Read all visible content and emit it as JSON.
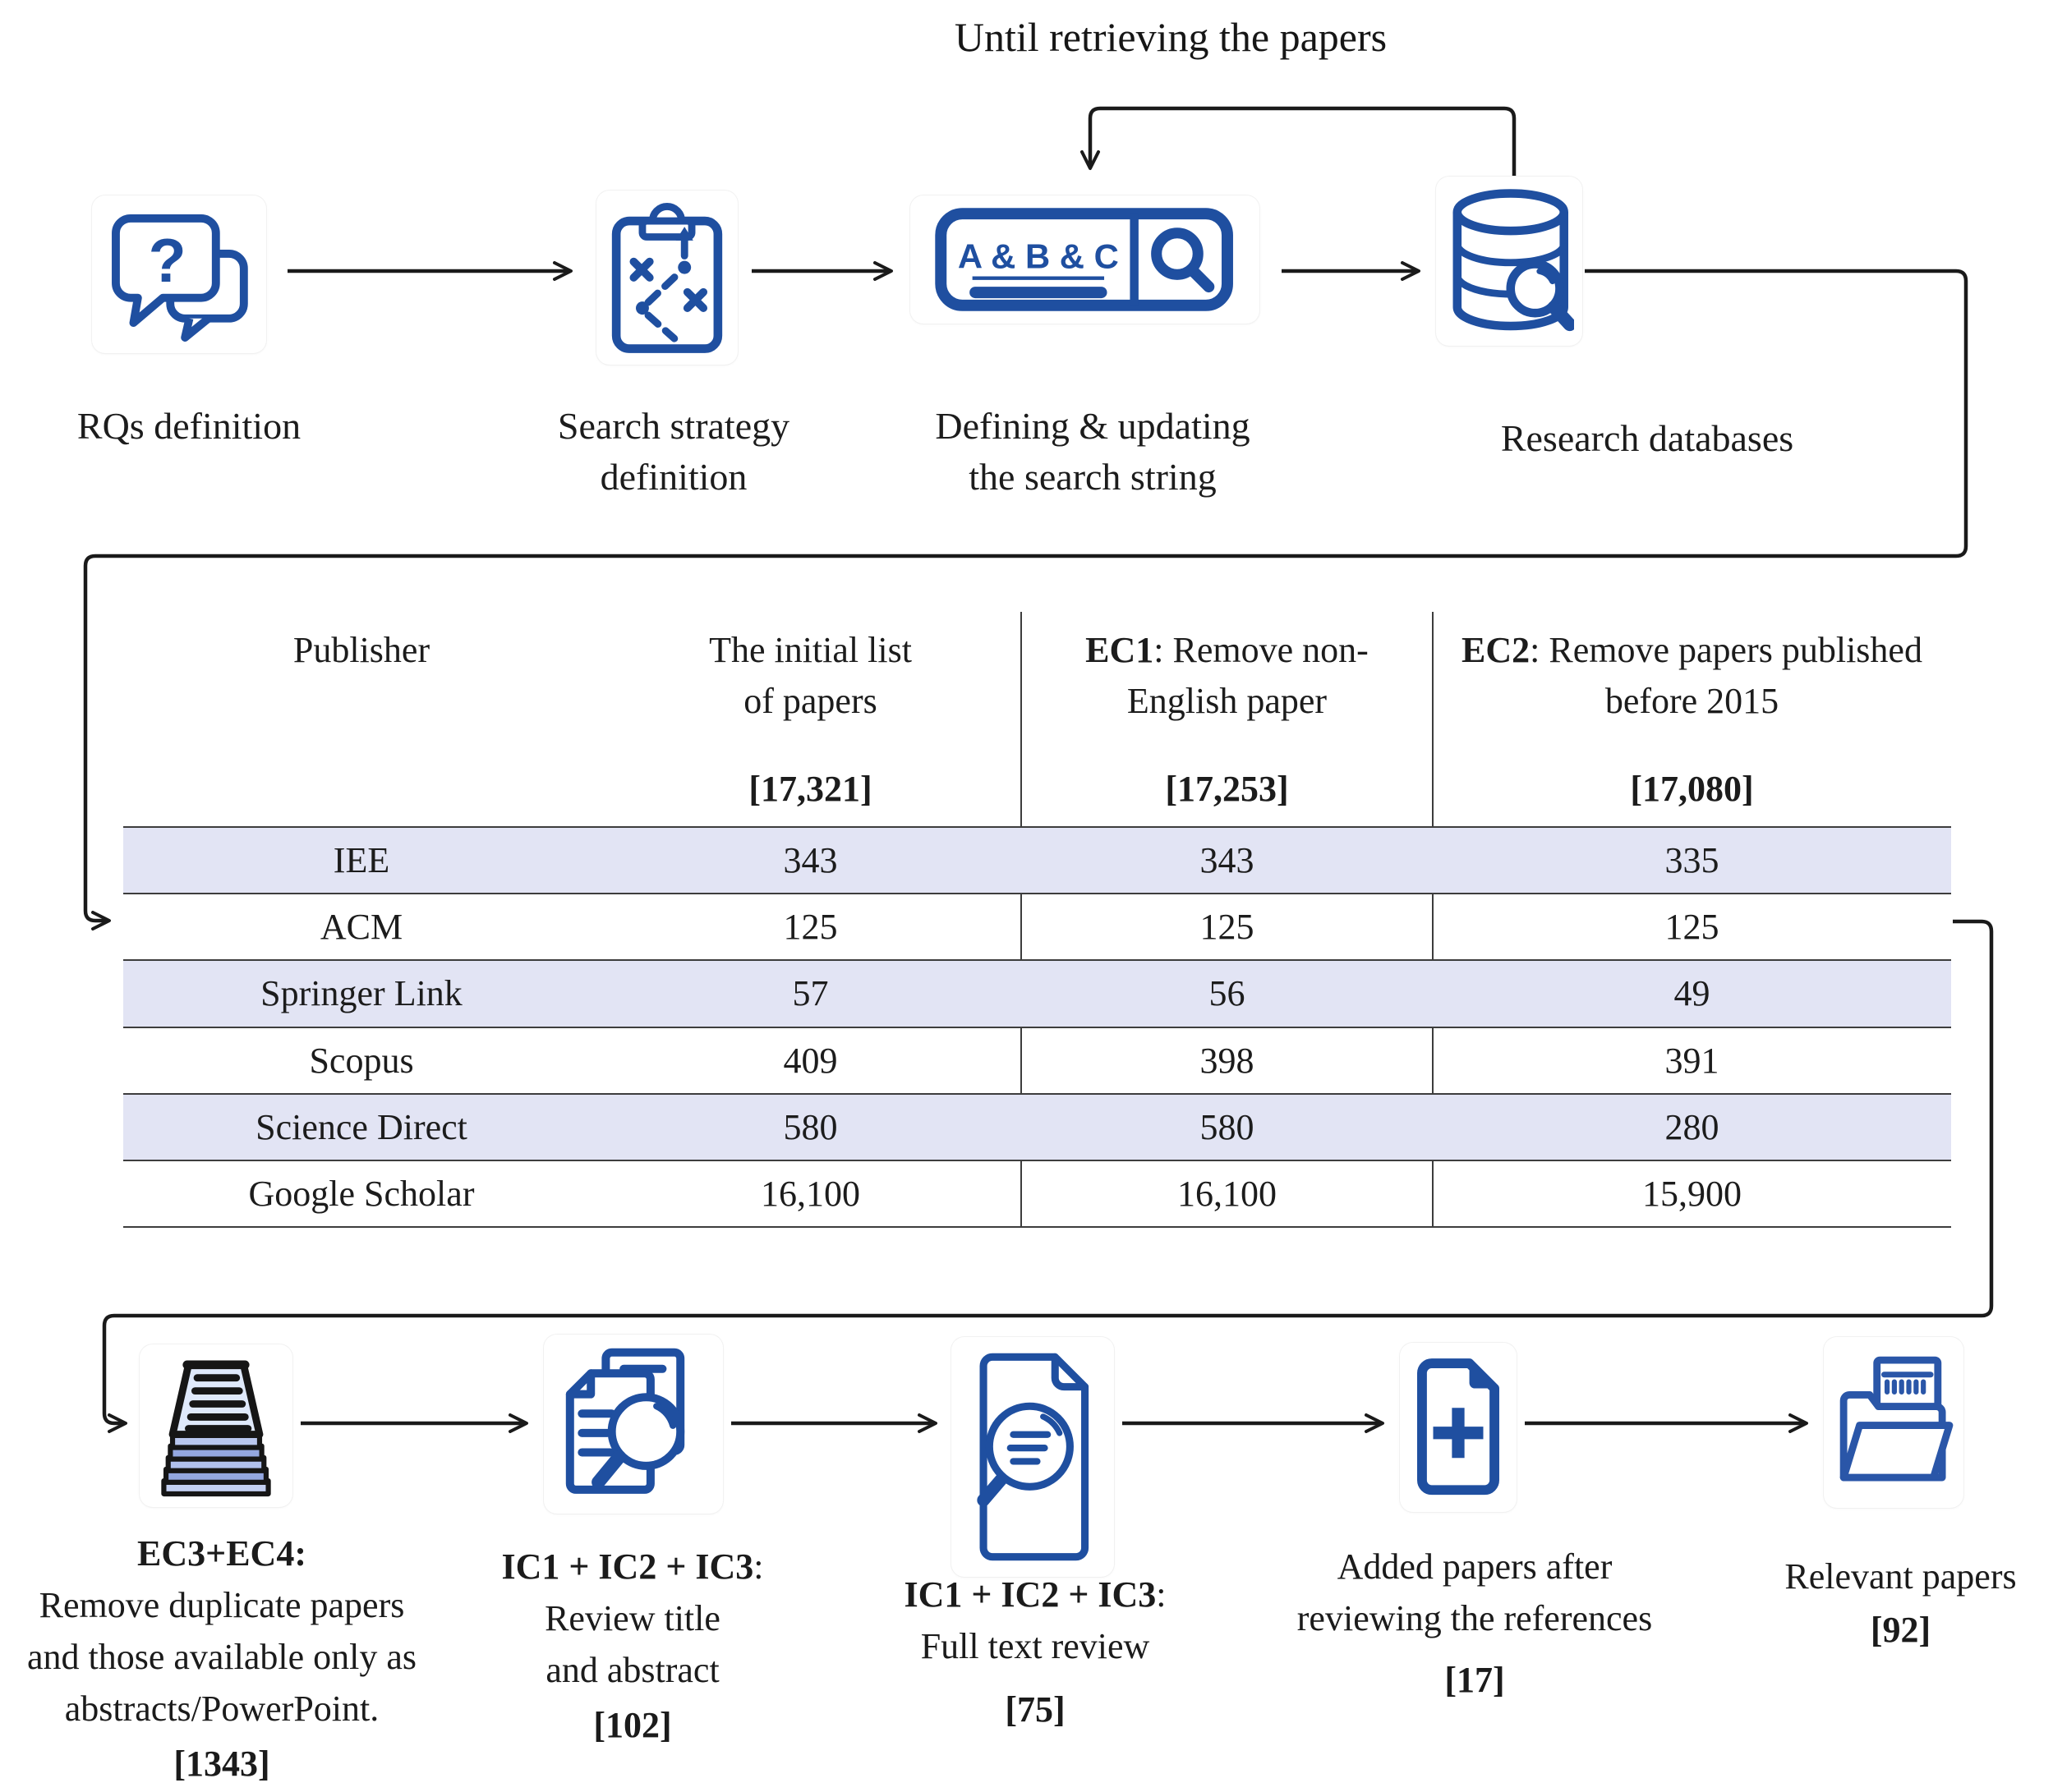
{
  "diagram": {
    "loop_label": "Until retrieving the papers",
    "accent_color": "#1f4fa0",
    "row_shade_color": "#e2e4f4"
  },
  "top_flow": {
    "steps": [
      {
        "icon": "question-chat-icon",
        "line1": "RQs definition",
        "line2": ""
      },
      {
        "icon": "strategy-clipboard-icon",
        "line1": "Search strategy",
        "line2": "definition"
      },
      {
        "icon": "search-string-icon",
        "search_text": "A & B & C",
        "line1": "Defining & updating",
        "line2": "the search string"
      },
      {
        "icon": "database-search-icon",
        "line1": "Research databases",
        "line2": ""
      }
    ]
  },
  "table": {
    "header": {
      "col1": "Publisher",
      "col2_line1": "The initial list",
      "col2_line2": "of papers",
      "col2_total": "[17,321]",
      "col3_bold": "EC1",
      "col3_rest": ": Remove non-",
      "col3_line2": "English paper",
      "col3_total": "[17,253]",
      "col4_bold": "EC2",
      "col4_rest": ": Remove papers published",
      "col4_line2": "before 2015",
      "col4_total": "[17,080]"
    },
    "rows": [
      {
        "publisher": "IEE",
        "initial": "343",
        "ec1": "343",
        "ec2": "335"
      },
      {
        "publisher": "ACM",
        "initial": "125",
        "ec1": "125",
        "ec2": "125"
      },
      {
        "publisher": "Springer Link",
        "initial": "57",
        "ec1": "56",
        "ec2": "49"
      },
      {
        "publisher": "Scopus",
        "initial": "409",
        "ec1": "398",
        "ec2": "391"
      },
      {
        "publisher": "Science Direct",
        "initial": "580",
        "ec1": "580",
        "ec2": "280"
      },
      {
        "publisher": "Google Scholar",
        "initial": "16,100",
        "ec1": "16,100",
        "ec2": "15,900"
      }
    ]
  },
  "bottom_flow": {
    "steps": [
      {
        "icon": "paper-stack-icon",
        "bold_head": "EC3+EC4",
        "head_suffix": ":",
        "line1": "Remove duplicate papers",
        "line2": "and those available only as",
        "line3": "abstracts/PowerPoint.",
        "count": "[1343]"
      },
      {
        "icon": "documents-magnifier-icon",
        "bold_head": "IC1 + IC2 + IC3",
        "head_suffix": ":",
        "line1": "Review title",
        "line2": "and abstract",
        "line3": "",
        "count": "[102]"
      },
      {
        "icon": "document-magnifier-icon",
        "bold_head": "IC1 + IC2 + IC3",
        "head_suffix": ":",
        "line1": "Full text review",
        "line2": "",
        "line3": "",
        "count": "[75]"
      },
      {
        "icon": "add-document-icon",
        "bold_head": "",
        "head_suffix": "",
        "line1": "Added papers after",
        "line2": "reviewing the references",
        "line3": "",
        "count": "[17]"
      },
      {
        "icon": "folder-icon",
        "bold_head": "",
        "head_suffix": "",
        "line1": "Relevant papers",
        "line2": "",
        "line3": "",
        "count": "[92]"
      }
    ]
  }
}
